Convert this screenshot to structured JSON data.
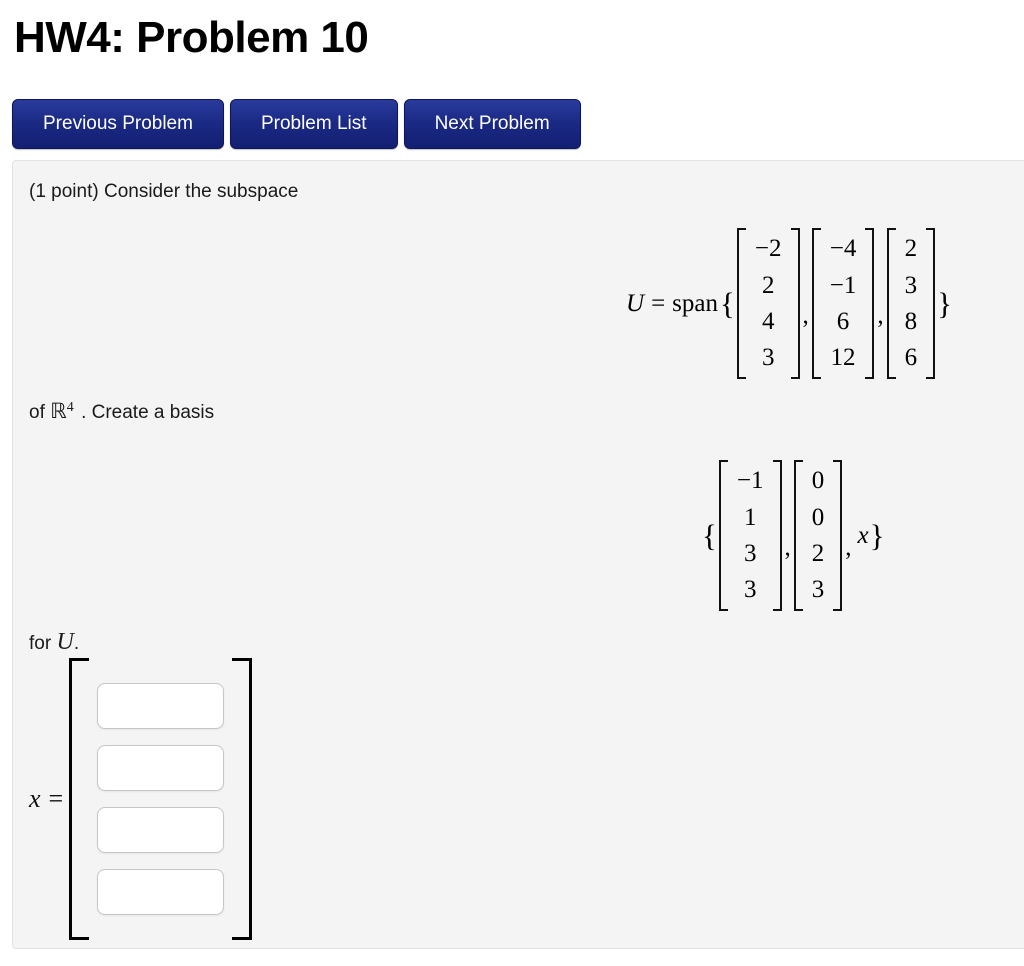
{
  "page": {
    "title": "HW4: Problem 10"
  },
  "nav": {
    "buttons": [
      {
        "label": "Previous Problem"
      },
      {
        "label": "Problem List"
      },
      {
        "label": "Next Problem"
      }
    ]
  },
  "problem": {
    "intro": "(1 point) Consider the subspace",
    "span_eq": {
      "lhs": "U",
      "equals": "=",
      "span_label": "span",
      "open_brace": "{",
      "comma": ",",
      "close_brace": "}",
      "matrices": [
        [
          "−2",
          "2",
          "4",
          "3"
        ],
        [
          "−4",
          "−1",
          "6",
          "12"
        ],
        [
          "2",
          "3",
          "8",
          "6"
        ]
      ]
    },
    "mid_text": {
      "of": "of",
      "r_symbol": "ℝ",
      "r_exponent": "4",
      "after": ". Create a basis"
    },
    "basis_eq": {
      "open_brace": "{",
      "comma": ",",
      "x_label": "x",
      "close_brace": "}",
      "matrices": [
        [
          "−1",
          "1",
          "3",
          "3"
        ],
        [
          "0",
          "0",
          "2",
          "3"
        ]
      ]
    },
    "for_text": {
      "for": "for",
      "u": "U",
      "period": "."
    },
    "answer": {
      "lhs": "x",
      "equals": "=",
      "inputs": [
        "",
        "",
        "",
        ""
      ]
    }
  },
  "colors": {
    "button_blue": "#1b2a85",
    "panel_bg": "#f4f4f4",
    "input_border": "#c6c6c6"
  }
}
